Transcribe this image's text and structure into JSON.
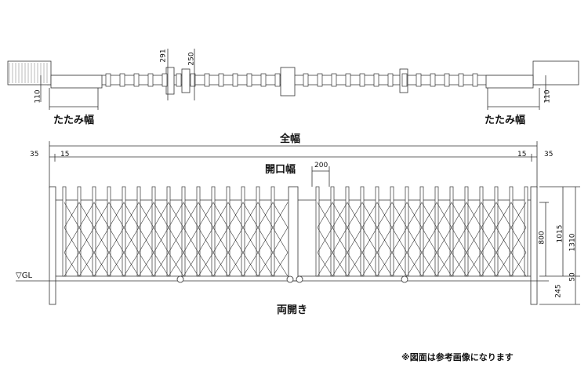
{
  "labels": {
    "fold_width_left": "たたみ幅",
    "fold_width_right": "たたみ幅",
    "total_width": "全幅",
    "opening_width": "開口幅",
    "double_opening": "両開き",
    "ground_level": "▽GL",
    "note": "※図面は参考画像になります"
  },
  "dimensions": {
    "plan_left_110": "110",
    "plan_right_110": "110",
    "plan_291": "291",
    "plan_250": "250",
    "left_35": "35",
    "left_15": "15",
    "right_15": "15",
    "right_35": "35",
    "pitch_200": "200",
    "height_800": "800",
    "height_1015": "1015",
    "height_1310": "1310",
    "bottom_50": "50",
    "bottom_245": "245"
  },
  "colors": {
    "line": "#333333",
    "fill": "#ffffff",
    "hatch": "#777777"
  }
}
